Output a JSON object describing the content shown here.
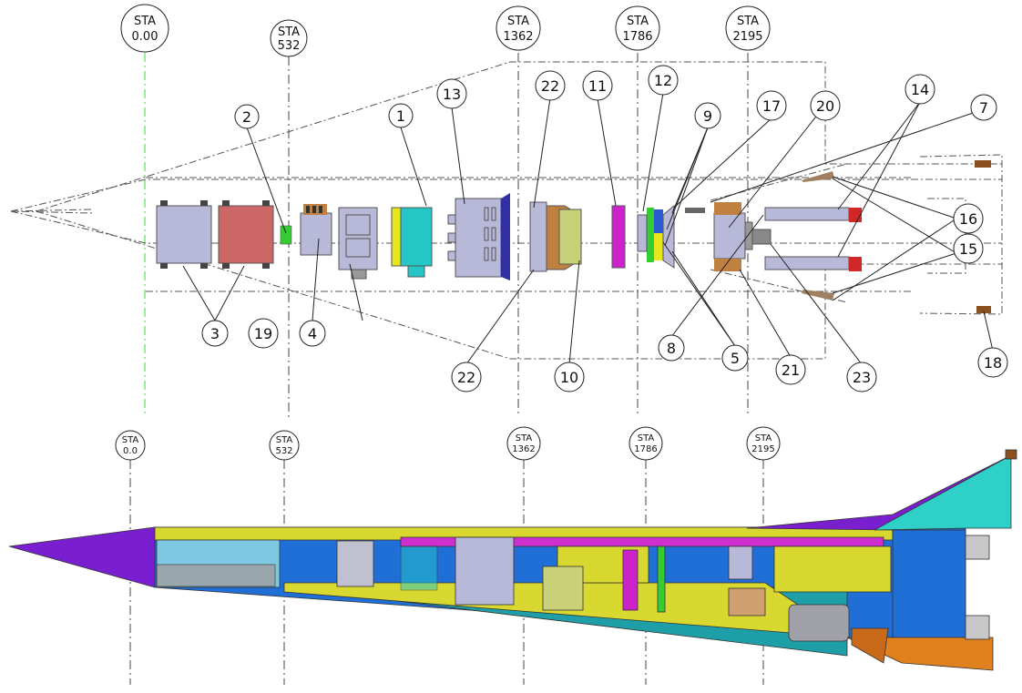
{
  "stations_top": [
    {
      "line1": "STA",
      "line2": "0.00"
    },
    {
      "line1": "STA",
      "line2": "532"
    },
    {
      "line1": "STA",
      "line2": "1362"
    },
    {
      "line1": "STA",
      "line2": "1786"
    },
    {
      "line1": "STA",
      "line2": "2195"
    }
  ],
  "stations_bottom": [
    {
      "line1": "STA",
      "line2": "0.0"
    },
    {
      "line1": "STA",
      "line2": "532"
    },
    {
      "line1": "STA",
      "line2": "1362"
    },
    {
      "line1": "STA",
      "line2": "1786"
    },
    {
      "line1": "STA",
      "line2": "2195"
    }
  ],
  "callouts": [
    "1",
    "2",
    "3",
    "4",
    "5",
    "7",
    "8",
    "9",
    "10",
    "11",
    "12",
    "13",
    "14",
    "15",
    "16",
    "17",
    "18",
    "19",
    "20",
    "21",
    "22",
    "22",
    "23"
  ],
  "colors": {
    "outline": "#555555",
    "component_gray": "#b8b8d8",
    "component_red": "#cd6666",
    "component_cyan": "#25c6c6",
    "component_magenta": "#cc22cc",
    "component_yellow": "#e6e61e",
    "component_green": "#33cc33",
    "hull_purple": "#7a1fd0",
    "hull_yellow": "#d9d830",
    "hull_blue": "#1f6fd6",
    "hull_teal": "#1e9fa8",
    "hull_cyan": "#2fd0c8",
    "hull_orange": "#e0801e",
    "hull_magenta": "#cf2fcf"
  }
}
